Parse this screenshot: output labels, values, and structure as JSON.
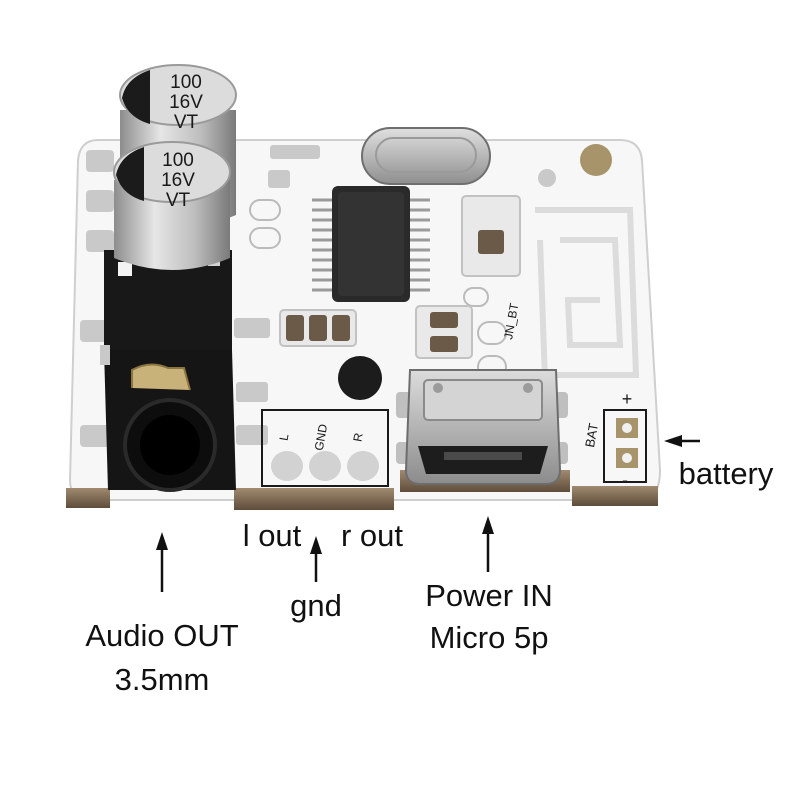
{
  "labels": {
    "battery": "battery",
    "l_out": "l out",
    "r_out": "r out",
    "gnd": "gnd",
    "power_in_line1": "Power IN",
    "power_in_line2": "Micro 5p",
    "audio_out_line1": "Audio OUT",
    "audio_out_line2": "3.5mm"
  },
  "capacitor_marking": {
    "value": "100",
    "voltage": "16V",
    "series": "VT"
  },
  "pcb_silkscreen": {
    "battery_label": "BAT",
    "plus": "+",
    "minus": "-",
    "jack_pins": [
      "L",
      "GND",
      "R"
    ],
    "antenna_ref": "JN_BT"
  },
  "colors": {
    "board": "#f7f7f7",
    "board_edge": "#8a7560",
    "pad": "#c9c9c9",
    "jack": "#181818",
    "ic": "#2a2a2a",
    "arrow": "#111111"
  }
}
